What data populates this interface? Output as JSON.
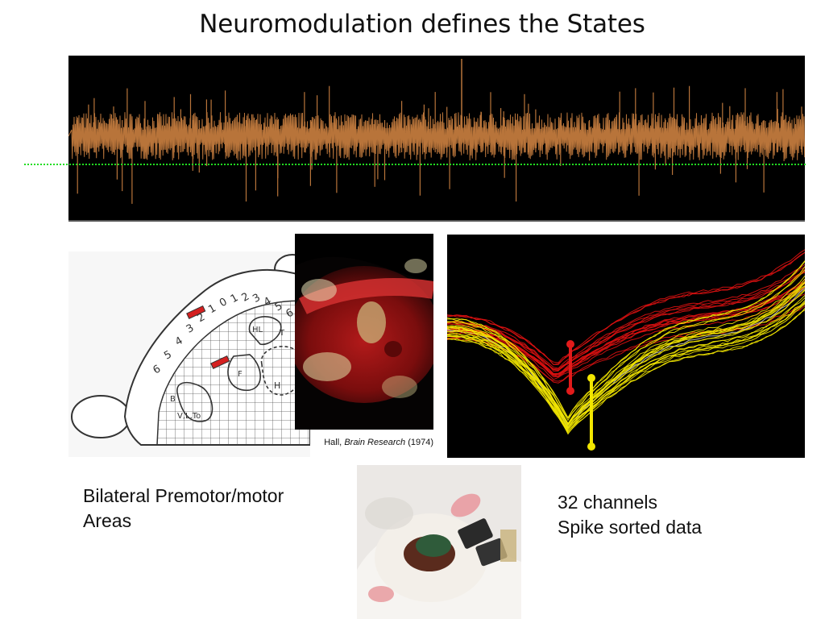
{
  "slide": {
    "title": "Neuromodulation defines the States"
  },
  "colors": {
    "trace": "#b8743a",
    "threshold": "#22dd22",
    "waveform_red": "#dd1111",
    "waveform_yellow": "#f2e600",
    "marker_red": "#e21b1b",
    "marker_yellow": "#f2e600"
  },
  "brain_diagram": {
    "scale_labels": [
      "6",
      "5",
      "4",
      "3",
      "2",
      "1",
      "0",
      "1",
      "2",
      "3",
      "4",
      "5",
      "6"
    ],
    "region_labels": [
      "HL",
      "T",
      "F",
      "H",
      "B",
      "V,L,To"
    ]
  },
  "citation": {
    "author": "Hall,",
    "journal": "Brain Research",
    "year": "(1974)"
  },
  "captions": {
    "left_line1": "Bilateral Premotor/motor",
    "left_line2": "Areas",
    "right_line1": "32 channels",
    "right_line2": "Spike sorted data"
  }
}
